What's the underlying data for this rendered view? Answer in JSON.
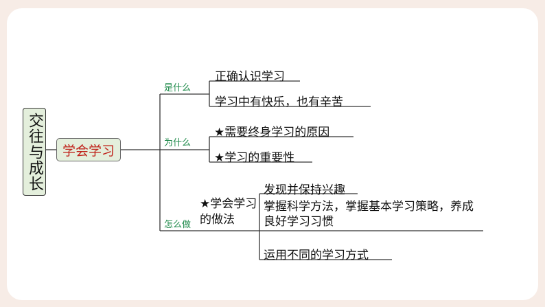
{
  "root": "交往与成长",
  "center": "学会学习",
  "branches": [
    {
      "tag": "是什么",
      "items": [
        "正确认识学习",
        "学习中有快乐，也有辛苦"
      ]
    },
    {
      "tag": "为什么",
      "items": [
        "★需要终身学习的原因",
        "★学习的重要性"
      ]
    },
    {
      "tag": "怎么做",
      "method": "★学会学习的做法",
      "items": [
        "发现并保持兴趣",
        "掌握科学方法，掌握基本学习策略，养成良好学习习惯",
        "运用不同的学习方式"
      ]
    }
  ],
  "colors": {
    "center_text": "#c0241c",
    "tag_text": "#1e8a4a",
    "box_fill": "#e4efdc"
  }
}
